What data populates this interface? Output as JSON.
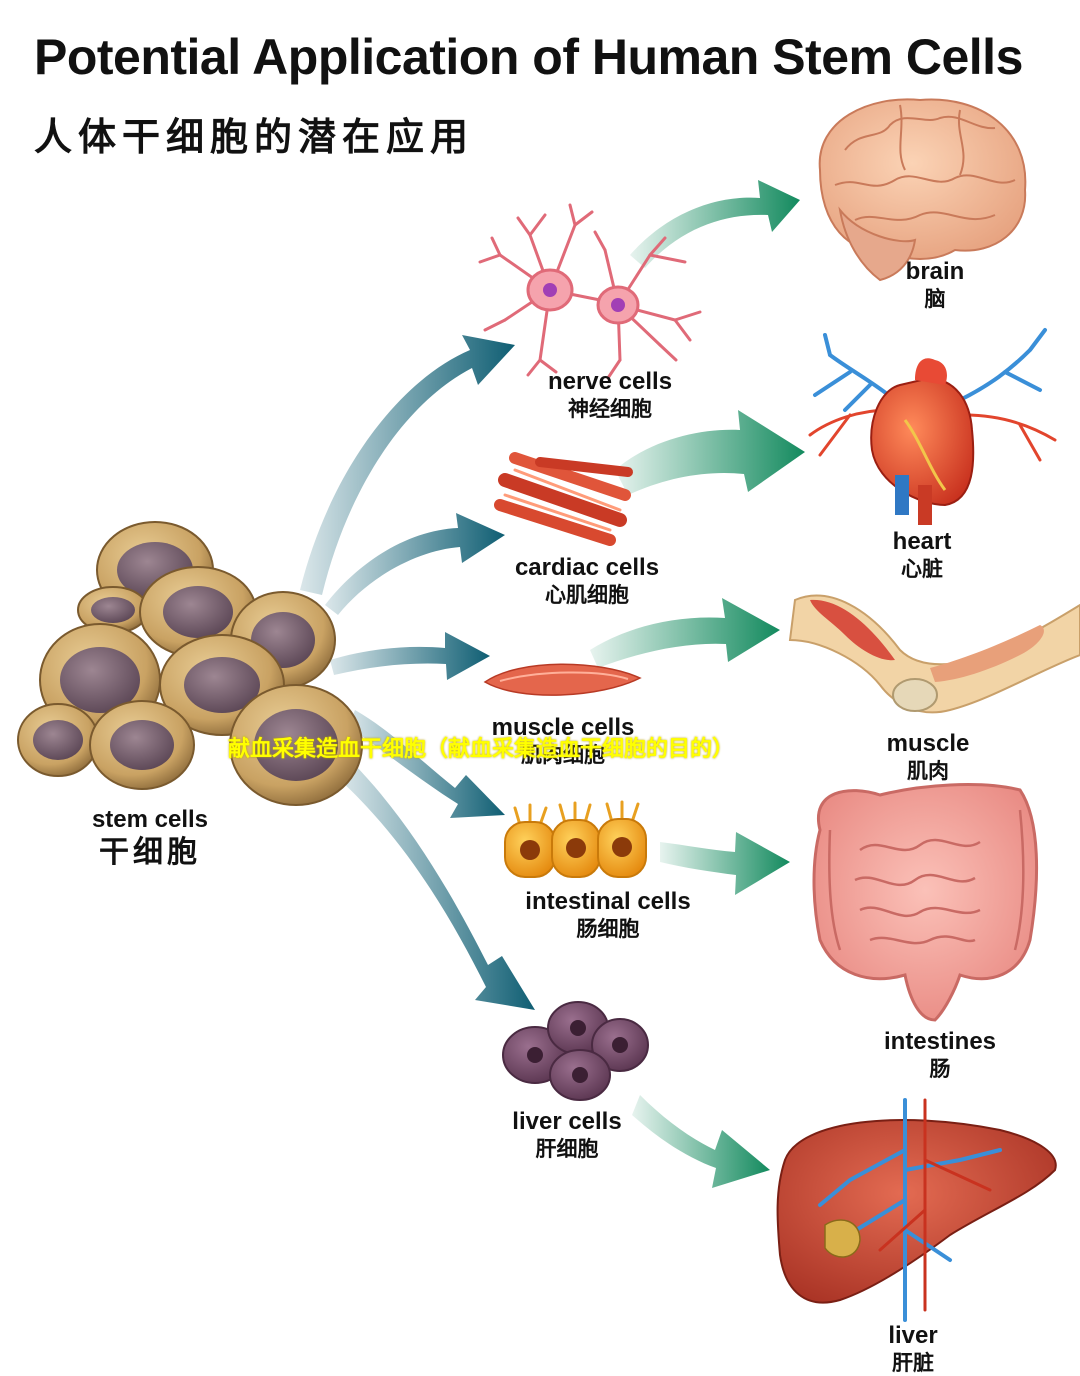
{
  "title": {
    "en": "Potential Application of Human Stem Cells",
    "zh": "人体干细胞的潜在应用"
  },
  "source": {
    "en": "stem cells",
    "zh": "干细胞"
  },
  "cells": [
    {
      "en": "nerve cells",
      "zh": "神经细胞"
    },
    {
      "en": "cardiac cells",
      "zh": "心肌细胞"
    },
    {
      "en": "muscle cells",
      "zh": "肌肉细胞"
    },
    {
      "en": "intestinal cells",
      "zh": "肠细胞"
    },
    {
      "en": "liver cells",
      "zh": "肝细胞"
    }
  ],
  "organs": [
    {
      "en": "brain",
      "zh": "脑"
    },
    {
      "en": "heart",
      "zh": "心脏"
    },
    {
      "en": "muscle",
      "zh": "肌肉"
    },
    {
      "en": "intestines",
      "zh": "肠"
    },
    {
      "en": "liver",
      "zh": "肝脏"
    }
  ],
  "watermark": "献血采集造血干细胞（献血采集造血干细胞的目的）",
  "colors": {
    "arrow_teal": "#0f5e73",
    "arrow_green": "#138a5e",
    "watermark": "#ffff00"
  }
}
